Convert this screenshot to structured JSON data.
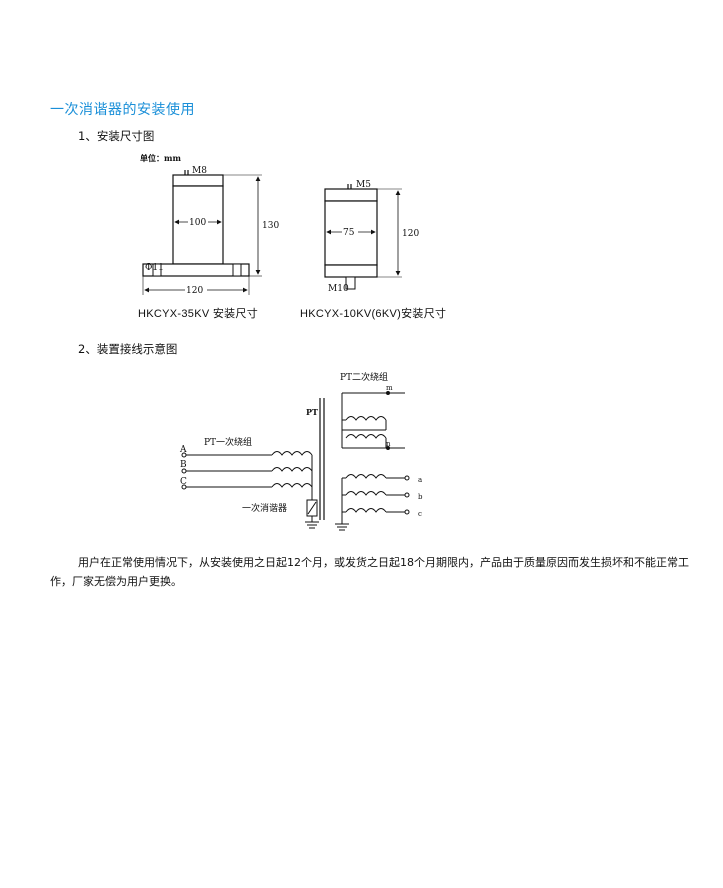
{
  "section_title": "一次消谐器的安装使用",
  "subsection1": "1、安装尺寸图",
  "subsection2": "2、装置接线示意图",
  "dim35": {
    "unit": "单位：mm",
    "bolt": "M8",
    "width": "100",
    "height": "130",
    "hole": "Φ11",
    "base": "120"
  },
  "dim10": {
    "bolt_top": "M5",
    "width": "75",
    "height": "120",
    "bolt_bottom": "M10"
  },
  "caption35": "HKCYX-35KV 安装尺寸",
  "caption10": "HKCYX-10KV(6KV)安装尺寸",
  "wiring": {
    "pt_secondary": "PT二次绕组",
    "pt": "PT",
    "pt_primary": "PT一次绕组",
    "phase_a": "A",
    "phase_b": "B",
    "phase_c": "C",
    "suppressor": "一次消谐器",
    "term_m": "m",
    "term_n": "n",
    "term_a": "a",
    "term_b": "b",
    "term_c": "c"
  },
  "warranty": "用户在正常使用情况下，从安装使用之日起12个月，或发货之日起18个月期限内，产品由于质量原因而发生损坏和不能正常工作，厂家无偿为用户更换。"
}
